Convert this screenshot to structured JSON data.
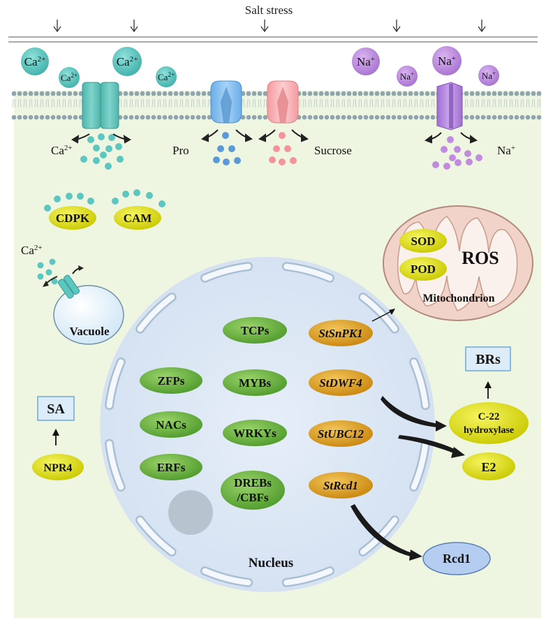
{
  "header": {
    "title": "Salt stress"
  },
  "ions": {
    "ca": "Ca",
    "ca_charge": "2+",
    "na": "Na",
    "na_charge": "+"
  },
  "transport_labels": {
    "pro": "Pro",
    "sucrose": "Sucrose"
  },
  "kinases": {
    "cdpk": "CDPK",
    "cam": "CAM"
  },
  "organelles": {
    "vacuole": "Vacuole",
    "nucleus": "Nucleus",
    "mitochondrion": "Mitochondrion",
    "ros": "ROS",
    "sod": "SOD",
    "pod": "POD"
  },
  "transcription_factors": {
    "column1": [
      "ZFPs",
      "NACs",
      "ERFs"
    ],
    "column2": [
      "TCPs",
      "MYBs",
      "WRKYs",
      "DREBs",
      "/CBFs"
    ]
  },
  "genes": [
    "StSnPK1",
    "StDWF4",
    "StUBC12",
    "StRcd1"
  ],
  "outputs": {
    "brs": "BRs",
    "c22_line1": "C-22",
    "c22_line2": "hydroxylase",
    "e2": "E2",
    "rcd1": "Rcd1",
    "sa": "SA",
    "npr4": "NPR4"
  },
  "colors": {
    "cell_bg": "#eef6e1",
    "membrane": "#8fa4ad",
    "ca_ion": "#5cc6c0",
    "na_ion": "#c18be0",
    "yellow_oval": "#dede1a",
    "green_oval": "#6db33f",
    "orange_oval": "#d9a228",
    "nucleus": "#dce8f5",
    "mito": "#f2d3c9",
    "rcd1_oval": "#b4cdf0"
  }
}
